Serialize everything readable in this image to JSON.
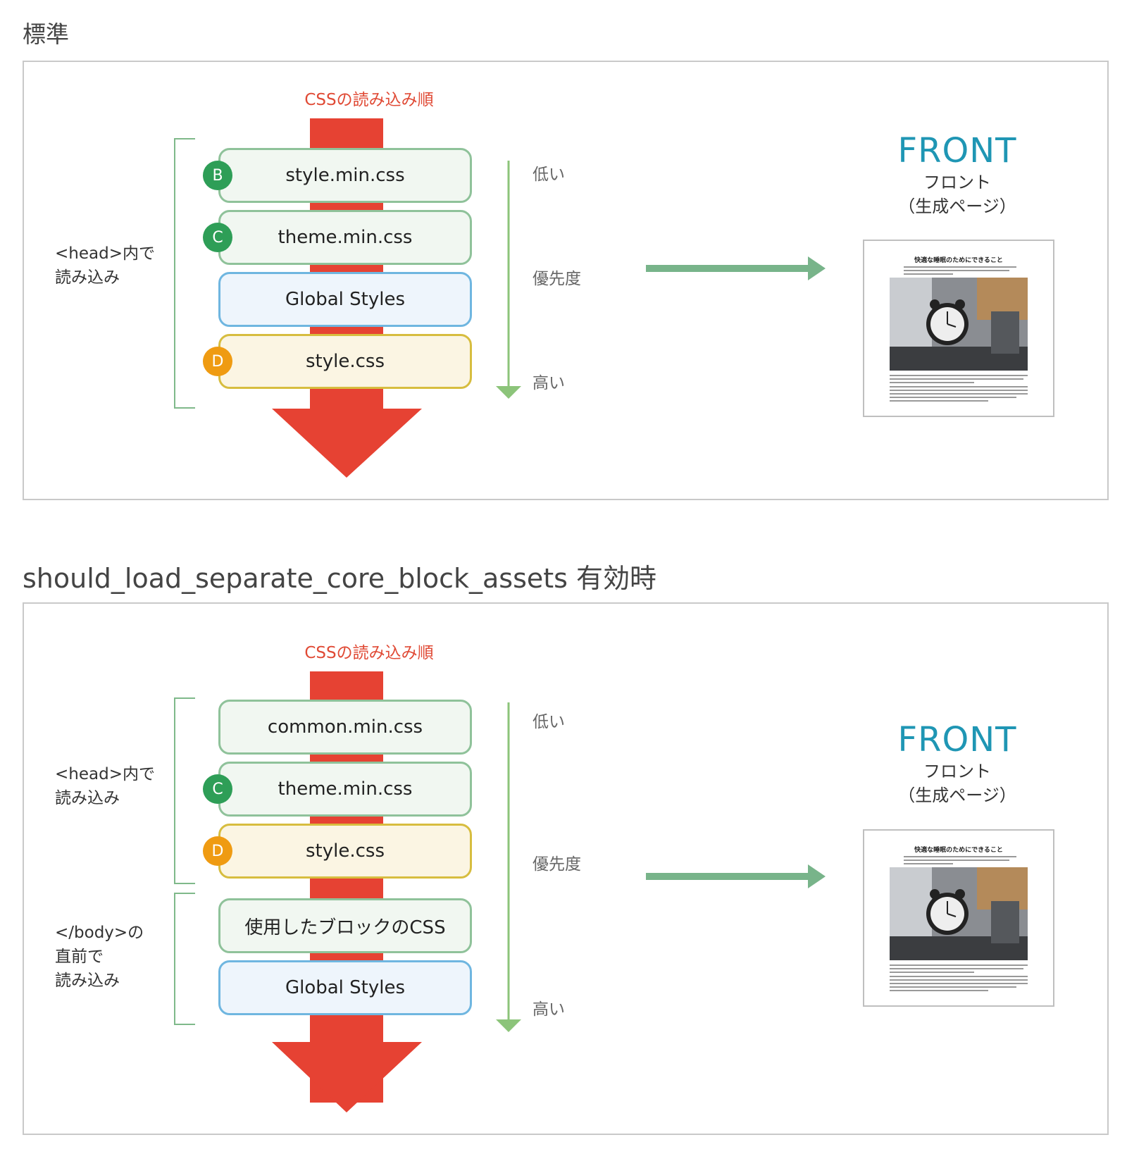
{
  "sections": [
    {
      "title": "標準",
      "order_label": "CSSの読み込み順",
      "groups": [
        {
          "label": "<head>内で\n読み込み"
        }
      ],
      "files": [
        {
          "name": "style.min.css",
          "badge": "B",
          "style": "green"
        },
        {
          "name": "theme.min.css",
          "badge": "C",
          "style": "green"
        },
        {
          "name": "Global Styles",
          "badge": "",
          "style": "blue"
        },
        {
          "name": "style.css",
          "badge": "D",
          "style": "yellow"
        }
      ],
      "priority": {
        "low": "低い",
        "mid": "優先度",
        "high": "高い"
      },
      "front": {
        "title": "FRONT",
        "subtitle1": "フロント",
        "subtitle2": "（生成ページ）"
      },
      "preview": {
        "heading": "快適な睡眠のためにできること"
      }
    },
    {
      "title": "should_load_separate_core_block_assets 有効時",
      "order_label": "CSSの読み込み順",
      "groups": [
        {
          "label": "<head>内で\n読み込み"
        },
        {
          "label": "</body>の\n直前で\n読み込み"
        }
      ],
      "files": [
        {
          "name": "common.min.css",
          "badge": "",
          "style": "green"
        },
        {
          "name": "theme.min.css",
          "badge": "C",
          "style": "green"
        },
        {
          "name": "style.css",
          "badge": "D",
          "style": "yellow"
        },
        {
          "name": "使用したブロックのCSS",
          "badge": "",
          "style": "green"
        },
        {
          "name": "Global Styles",
          "badge": "",
          "style": "blue"
        }
      ],
      "priority": {
        "low": "低い",
        "mid": "優先度",
        "high": "高い"
      },
      "front": {
        "title": "FRONT",
        "subtitle1": "フロント",
        "subtitle2": "（生成ページ）"
      },
      "preview": {
        "heading": "快適な睡眠のためにできること"
      }
    }
  ],
  "colors": {
    "order_arrow": "#e64233",
    "priority_arrow": "#8cc47a",
    "flow_arrow": "#78b48a",
    "front_title": "#1f96b4"
  }
}
